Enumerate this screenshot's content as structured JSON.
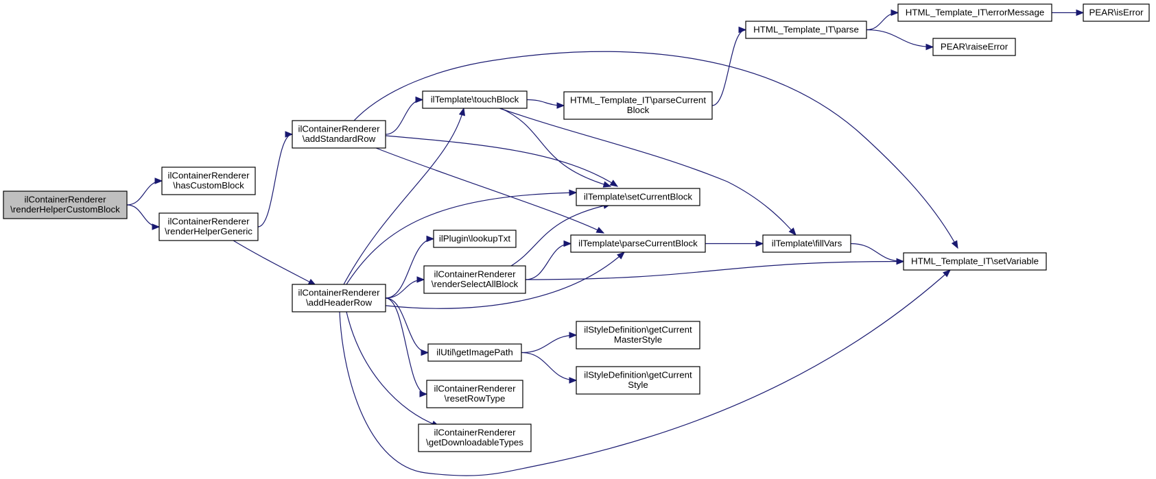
{
  "colors": {
    "edge": "#191970",
    "root_fill": "#bfbfbf",
    "node_fill": "#ffffff",
    "border": "#000000"
  },
  "nodes": [
    {
      "id": "renderHelperCustomBlock",
      "lines": [
        "ilContainerRenderer",
        "\\renderHelperCustomBlock"
      ],
      "root": true
    },
    {
      "id": "hasCustomBlock",
      "lines": [
        "ilContainerRenderer",
        "\\hasCustomBlock"
      ]
    },
    {
      "id": "renderHelperGeneric",
      "lines": [
        "ilContainerRenderer",
        "\\renderHelperGeneric"
      ]
    },
    {
      "id": "addStandardRow",
      "lines": [
        "ilContainerRenderer",
        "\\addStandardRow"
      ]
    },
    {
      "id": "addHeaderRow",
      "lines": [
        "ilContainerRenderer",
        "\\addHeaderRow"
      ]
    },
    {
      "id": "touchBlock",
      "lines": [
        "ilTemplate\\touchBlock"
      ]
    },
    {
      "id": "parseCurrentBlockIT",
      "lines": [
        "HTML_Template_IT\\parseCurrent",
        "Block"
      ]
    },
    {
      "id": "parse",
      "lines": [
        "HTML_Template_IT\\parse"
      ]
    },
    {
      "id": "errorMessage",
      "lines": [
        "HTML_Template_IT\\errorMessage"
      ]
    },
    {
      "id": "isError",
      "lines": [
        "PEAR\\isError"
      ]
    },
    {
      "id": "raiseError",
      "lines": [
        "PEAR\\raiseError"
      ]
    },
    {
      "id": "setCurrentBlock",
      "lines": [
        "ilTemplate\\setCurrentBlock"
      ]
    },
    {
      "id": "lookupTxt",
      "lines": [
        "ilPlugin\\lookupTxt"
      ]
    },
    {
      "id": "parseCurrentBlock",
      "lines": [
        "ilTemplate\\parseCurrentBlock"
      ]
    },
    {
      "id": "renderSelectAllBlock",
      "lines": [
        "ilContainerRenderer",
        "\\renderSelectAllBlock"
      ]
    },
    {
      "id": "fillVars",
      "lines": [
        "ilTemplate\\fillVars"
      ]
    },
    {
      "id": "setVariable",
      "lines": [
        "HTML_Template_IT\\setVariable"
      ]
    },
    {
      "id": "getImagePath",
      "lines": [
        "ilUtil\\getImagePath"
      ]
    },
    {
      "id": "getCurrentMasterStyle",
      "lines": [
        "ilStyleDefinition\\getCurrent",
        "MasterStyle"
      ]
    },
    {
      "id": "getCurrentStyle",
      "lines": [
        "ilStyleDefinition\\getCurrent",
        "Style"
      ]
    },
    {
      "id": "resetRowType",
      "lines": [
        "ilContainerRenderer",
        "\\resetRowType"
      ]
    },
    {
      "id": "getDownloadableTypes",
      "lines": [
        "ilContainerRenderer",
        "\\getDownloadableTypes"
      ]
    }
  ],
  "edges": [
    [
      "renderHelperCustomBlock",
      "hasCustomBlock"
    ],
    [
      "renderHelperCustomBlock",
      "renderHelperGeneric"
    ],
    [
      "renderHelperGeneric",
      "addStandardRow"
    ],
    [
      "renderHelperGeneric",
      "addHeaderRow"
    ],
    [
      "addStandardRow",
      "touchBlock"
    ],
    [
      "addStandardRow",
      "setVariable"
    ],
    [
      "addStandardRow",
      "setCurrentBlock"
    ],
    [
      "addStandardRow",
      "parseCurrentBlock"
    ],
    [
      "touchBlock",
      "parseCurrentBlockIT"
    ],
    [
      "touchBlock",
      "setCurrentBlock"
    ],
    [
      "touchBlock",
      "fillVars"
    ],
    [
      "parseCurrentBlockIT",
      "parse"
    ],
    [
      "parse",
      "errorMessage"
    ],
    [
      "parse",
      "raiseError"
    ],
    [
      "errorMessage",
      "isError"
    ],
    [
      "addHeaderRow",
      "touchBlock"
    ],
    [
      "addHeaderRow",
      "setCurrentBlock"
    ],
    [
      "addHeaderRow",
      "lookupTxt"
    ],
    [
      "addHeaderRow",
      "renderSelectAllBlock"
    ],
    [
      "addHeaderRow",
      "parseCurrentBlock"
    ],
    [
      "addHeaderRow",
      "getImagePath"
    ],
    [
      "addHeaderRow",
      "resetRowType"
    ],
    [
      "addHeaderRow",
      "getDownloadableTypes"
    ],
    [
      "addHeaderRow",
      "setVariable"
    ],
    [
      "renderSelectAllBlock",
      "setCurrentBlock"
    ],
    [
      "renderSelectAllBlock",
      "parseCurrentBlock"
    ],
    [
      "renderSelectAllBlock",
      "setVariable"
    ],
    [
      "parseCurrentBlock",
      "fillVars"
    ],
    [
      "fillVars",
      "setVariable"
    ],
    [
      "getImagePath",
      "getCurrentMasterStyle"
    ],
    [
      "getImagePath",
      "getCurrentStyle"
    ]
  ]
}
